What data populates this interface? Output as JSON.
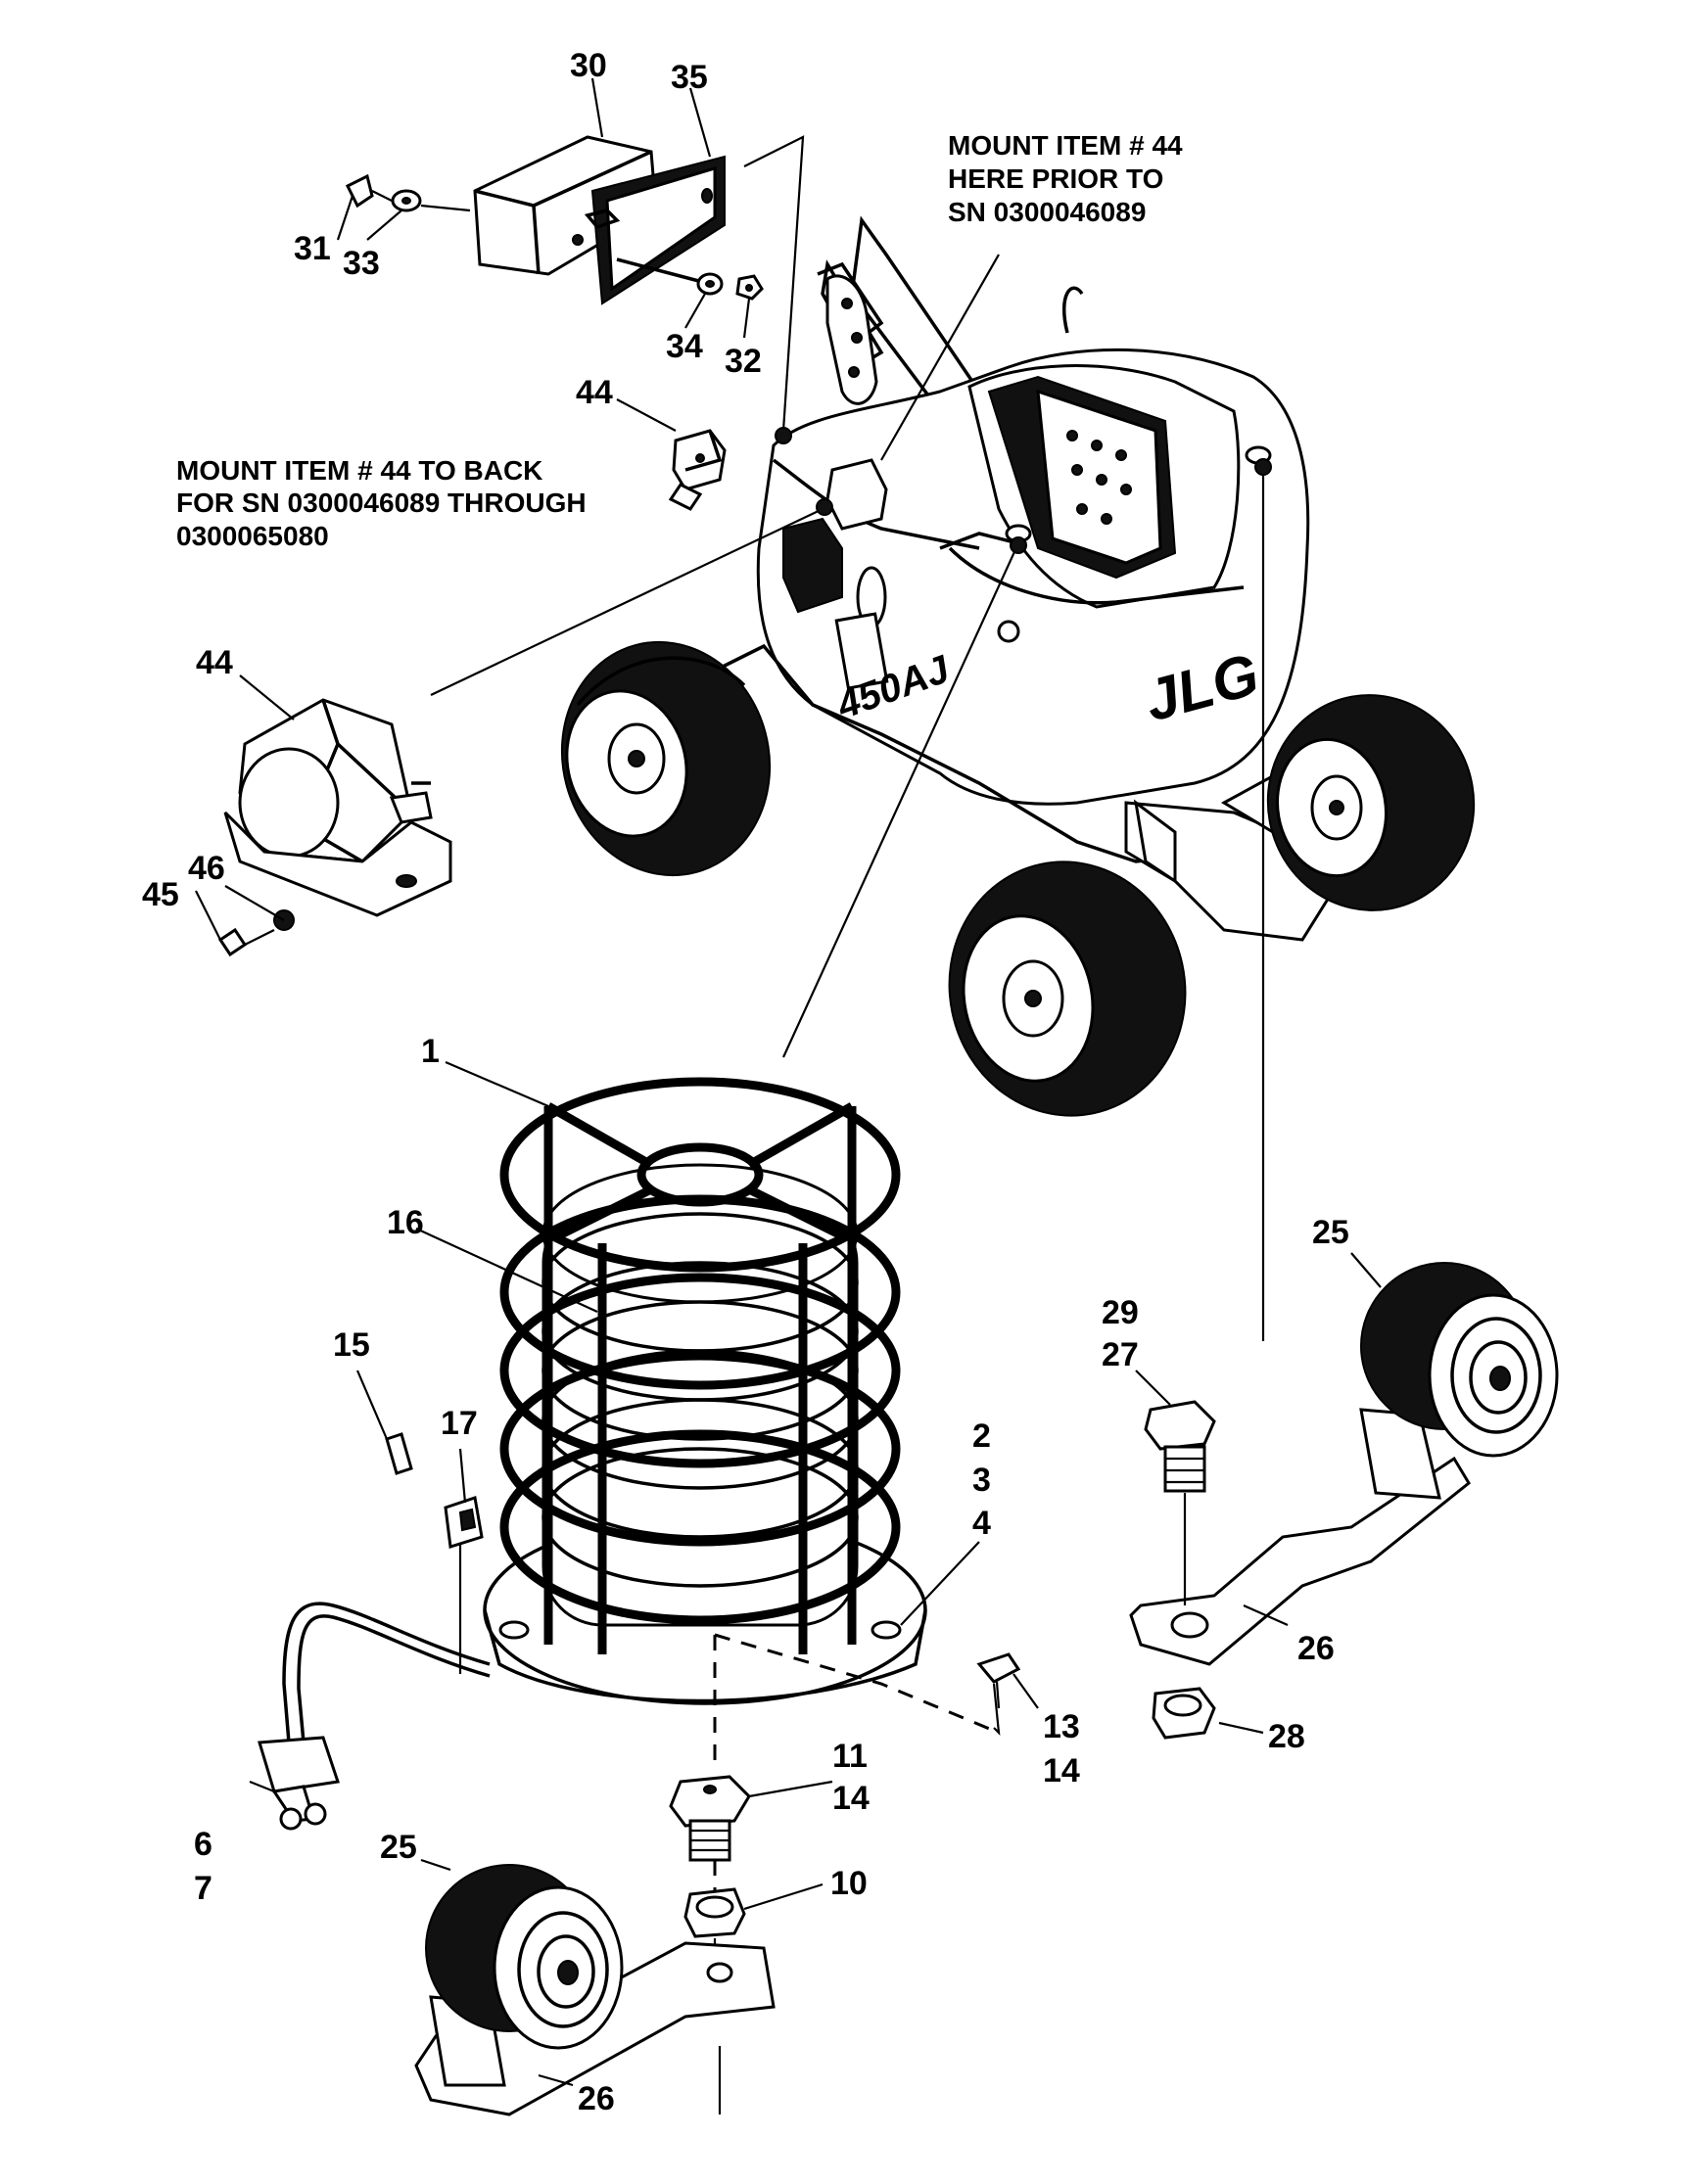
{
  "diagram": {
    "notes": [
      {
        "id": "note-prior",
        "lines": [
          "MOUNT ITEM # 44",
          "HERE PRIOR TO",
          "SN 0300046089"
        ]
      },
      {
        "id": "note-back",
        "lines": [
          "MOUNT ITEM # 44 TO BACK",
          "FOR SN 0300046089 THROUGH",
          "0300065080"
        ]
      }
    ],
    "callouts": {
      "c30": "30",
      "c35": "35",
      "c31": "31",
      "c33": "33",
      "c34": "34",
      "c32": "32",
      "c44a": "44",
      "c44b": "44",
      "c46": "46",
      "c45": "45",
      "c1": "1",
      "c16": "16",
      "c15": "15",
      "c17": "17",
      "c2": "2",
      "c3": "3",
      "c4": "4",
      "c6": "6",
      "c7": "7",
      "c11": "11",
      "c14a": "14",
      "c13": "13",
      "c14b": "14",
      "c10": "10",
      "c25a": "25",
      "c26a": "26",
      "c25b": "25",
      "c26b": "26",
      "c29": "29",
      "c27": "27",
      "c28": "28"
    },
    "machine": {
      "brand": "JLG",
      "model": "450AJ"
    }
  }
}
